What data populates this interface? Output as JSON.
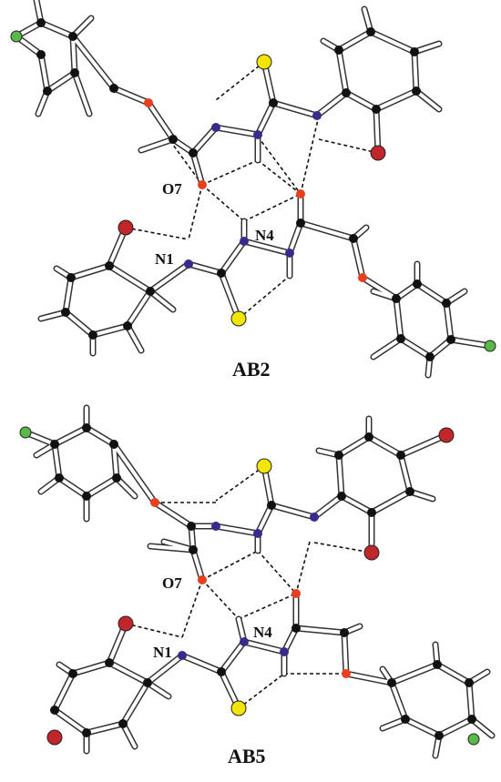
{
  "labels": {
    "top": {
      "o7": "O7",
      "n4": "N4",
      "n1": "N1",
      "caption": "AB2"
    },
    "bottom": {
      "o7": "O7",
      "n4": "N4",
      "n1": "N1",
      "caption": "AB5"
    }
  },
  "colors": {
    "carbon": "#111111",
    "hydrogen": "#ffffff",
    "nitrogen": "#3a2a8c",
    "oxygen": "#e8401e",
    "sulfur": "#f2e600",
    "chlorine": "#58b848",
    "bromine": "#c0262a",
    "bond_outline": "#333333"
  }
}
